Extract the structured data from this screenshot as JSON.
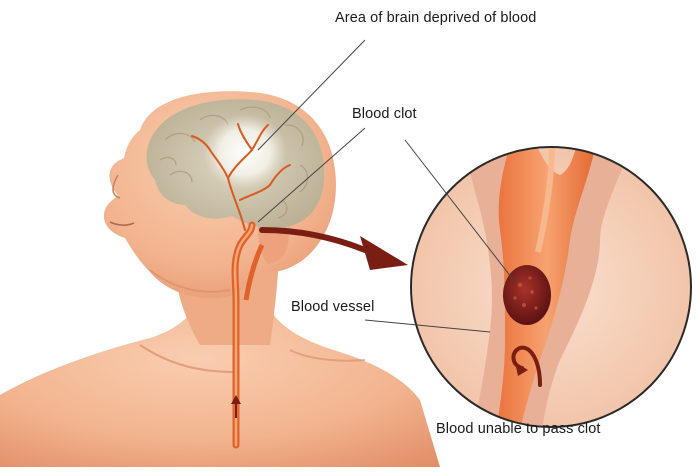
{
  "labels": {
    "brain_area": "Area of brain deprived of blood",
    "blood_clot": "Blood clot",
    "blood_vessel": "Blood vessel",
    "blood_unable": "Blood unable to pass clot"
  },
  "colors": {
    "skin": "#f2b48f",
    "skin_shadow": "#e49a74",
    "brain": "#cfc6ad",
    "artery": "#e8692f",
    "arrow": "#7a1e14",
    "clot": "#7a1a1a",
    "lens_bg": "#f6d2bd"
  }
}
